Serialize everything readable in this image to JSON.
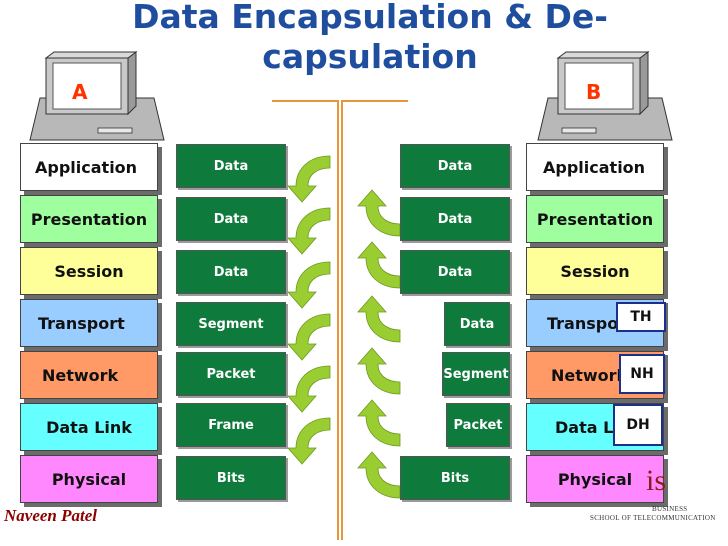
{
  "title": {
    "line1": "Data Encapsulation  & De-",
    "line2": "capsulation"
  },
  "hosts": {
    "a": "A",
    "b": "B"
  },
  "layers": [
    {
      "name": "Application",
      "color": "#ffffff"
    },
    {
      "name": "Presentation",
      "color": "#9fff9f"
    },
    {
      "name": "Session",
      "color": "#ffff99"
    },
    {
      "name": "Transport",
      "color": "#99ccff"
    },
    {
      "name": "Network",
      "color": "#ff9966"
    },
    {
      "name": "Data Link",
      "color": "#66ffff"
    },
    {
      "name": "Physical",
      "color": "#ff88ff"
    }
  ],
  "right_layers": [
    "Application",
    "Presentation",
    "Session",
    "Transpo",
    "Networl",
    "Data L",
    "Physical"
  ],
  "left_pdus": [
    "Data",
    "Data",
    "Data",
    "Segment",
    "Packet",
    "Frame",
    "Bits"
  ],
  "right_pdus": [
    "Data",
    "Data",
    "Data",
    "Data",
    "Segment",
    "Packet",
    "Bits"
  ],
  "headers": {
    "transport": "TH",
    "network": "NH",
    "datalink": "DH"
  },
  "author": "Naveen Patel",
  "logo": {
    "mark": "is",
    "line1": "BUSINESS",
    "line2": "SCHOOL OF TELECOMMUNICATION"
  },
  "colors": {
    "title": "#1f4e9e",
    "pdu": "#0e7a3b",
    "arrow": "#9acd32",
    "divider": "#e8963a",
    "host_label": "#ff3300",
    "header_border": "#1c2f8a"
  }
}
